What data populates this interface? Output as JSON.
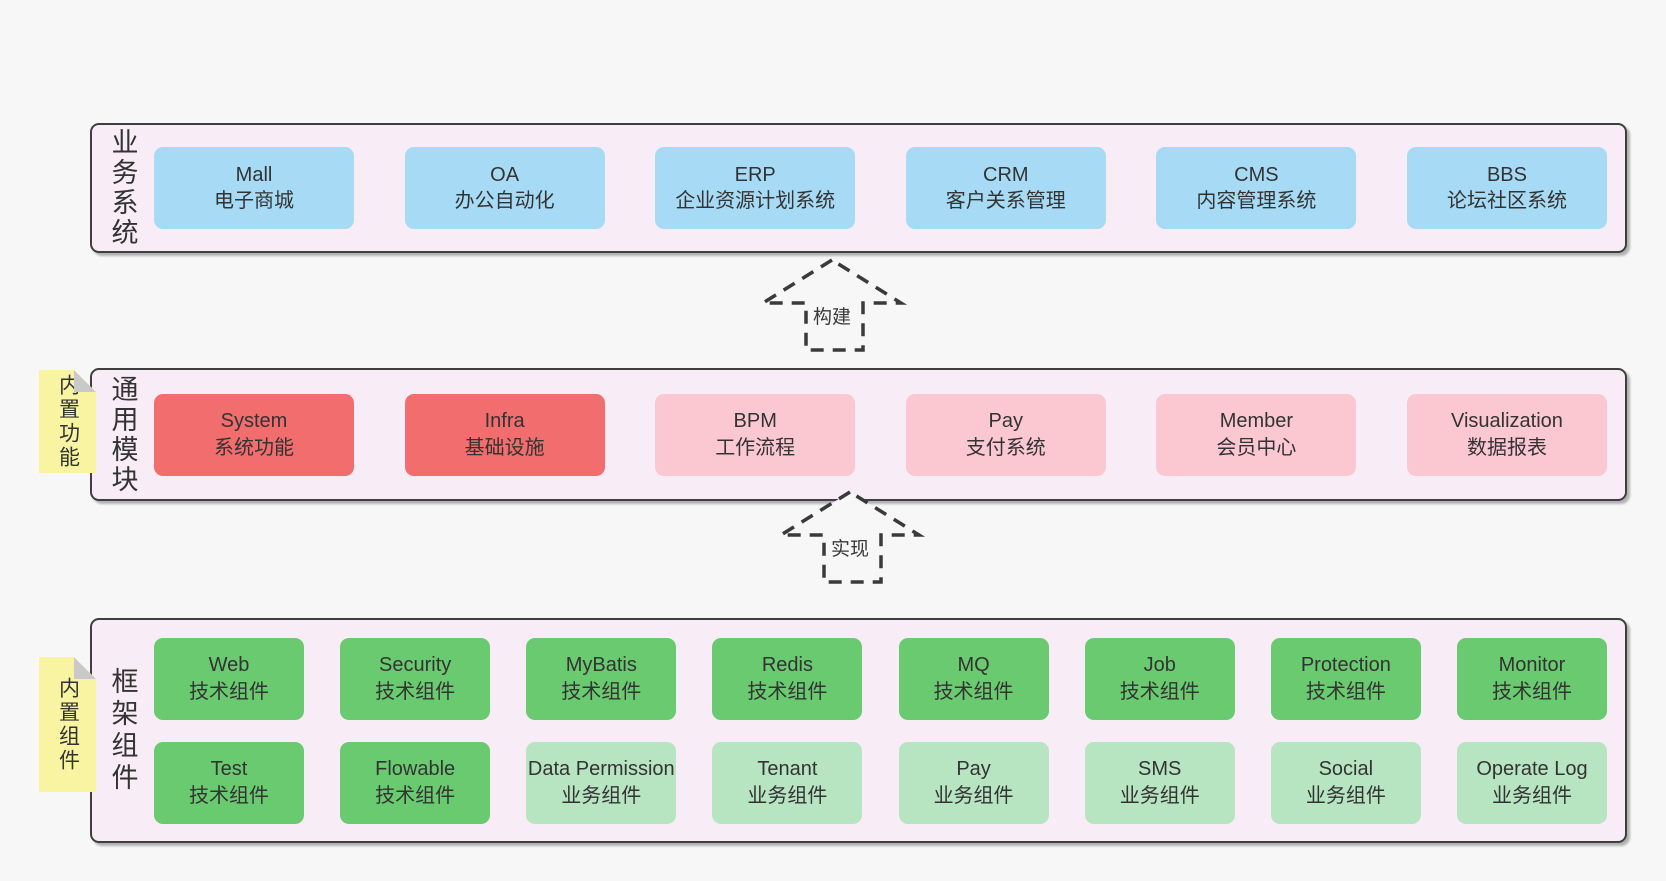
{
  "page": {
    "background": "#f7f7f7"
  },
  "colors": {
    "band_fill": "#f8edf6",
    "band_border": "#3f3f3f",
    "blue": "#a7dbf5",
    "red": "#f26d6d",
    "pink": "#fbc8d2",
    "green": "#6aca6f",
    "lightgreen": "#b7e5c1",
    "sticky": "#f8f4a1",
    "sticky_fold": "#c9c9c9",
    "arrow_stroke": "#3a3a3a",
    "text": "#383838"
  },
  "bands": [
    {
      "id": "business-systems",
      "label": "业务系统",
      "rows": [
        [
          {
            "id": "mall",
            "en": "Mall",
            "zh": "电子商城",
            "variant": "blue"
          },
          {
            "id": "oa",
            "en": "OA",
            "zh": "办公自动化",
            "variant": "blue"
          },
          {
            "id": "erp",
            "en": "ERP",
            "zh": "企业资源计划系统",
            "variant": "blue"
          },
          {
            "id": "crm",
            "en": "CRM",
            "zh": "客户关系管理",
            "variant": "blue"
          },
          {
            "id": "cms",
            "en": "CMS",
            "zh": "内容管理系统",
            "variant": "blue"
          },
          {
            "id": "bbs",
            "en": "BBS",
            "zh": "论坛社区系统",
            "variant": "blue"
          }
        ]
      ]
    },
    {
      "id": "common-modules",
      "label": "通用模块",
      "sticky": "内置功能",
      "rows": [
        [
          {
            "id": "system",
            "en": "System",
            "zh": "系统功能",
            "variant": "red"
          },
          {
            "id": "infra",
            "en": "Infra",
            "zh": "基础设施",
            "variant": "red"
          },
          {
            "id": "bpm",
            "en": "BPM",
            "zh": "工作流程",
            "variant": "pink"
          },
          {
            "id": "pay-module",
            "en": "Pay",
            "zh": "支付系统",
            "variant": "pink"
          },
          {
            "id": "member",
            "en": "Member",
            "zh": "会员中心",
            "variant": "pink"
          },
          {
            "id": "visualization",
            "en": "Visualization",
            "zh": "数据报表",
            "variant": "pink"
          }
        ]
      ]
    },
    {
      "id": "framework-components",
      "label": "框架组件",
      "sticky": "内置组件",
      "rows": [
        [
          {
            "id": "web",
            "en": "Web",
            "zh": "技术组件",
            "variant": "green"
          },
          {
            "id": "security",
            "en": "Security",
            "zh": "技术组件",
            "variant": "green"
          },
          {
            "id": "mybatis",
            "en": "MyBatis",
            "zh": "技术组件",
            "variant": "green"
          },
          {
            "id": "redis",
            "en": "Redis",
            "zh": "技术组件",
            "variant": "green"
          },
          {
            "id": "mq",
            "en": "MQ",
            "zh": "技术组件",
            "variant": "green"
          },
          {
            "id": "job",
            "en": "Job",
            "zh": "技术组件",
            "variant": "green"
          },
          {
            "id": "protection",
            "en": "Protection",
            "zh": "技术组件",
            "variant": "green"
          },
          {
            "id": "monitor",
            "en": "Monitor",
            "zh": "技术组件",
            "variant": "green"
          }
        ],
        [
          {
            "id": "test",
            "en": "Test",
            "zh": "技术组件",
            "variant": "green"
          },
          {
            "id": "flowable",
            "en": "Flowable",
            "zh": "技术组件",
            "variant": "green"
          },
          {
            "id": "data-permission",
            "en": "Data Permission",
            "zh": "业务组件",
            "variant": "lightgreen"
          },
          {
            "id": "tenant",
            "en": "Tenant",
            "zh": "业务组件",
            "variant": "lightgreen"
          },
          {
            "id": "pay-component",
            "en": "Pay",
            "zh": "业务组件",
            "variant": "lightgreen"
          },
          {
            "id": "sms",
            "en": "SMS",
            "zh": "业务组件",
            "variant": "lightgreen"
          },
          {
            "id": "social",
            "en": "Social",
            "zh": "业务组件",
            "variant": "lightgreen"
          },
          {
            "id": "operate-log",
            "en": "Operate Log",
            "zh": "业务组件",
            "variant": "lightgreen"
          }
        ]
      ]
    }
  ],
  "arrows": [
    {
      "id": "build",
      "label": "构建"
    },
    {
      "id": "implement",
      "label": "实现"
    }
  ]
}
